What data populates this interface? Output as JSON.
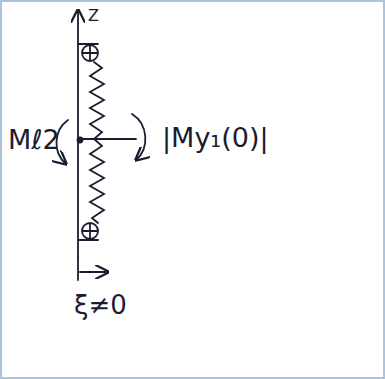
{
  "diagram": {
    "labels": [
      "Z",
      "Mℓ2",
      "|My₁(0)|",
      "ξ≠0"
    ]
  }
}
